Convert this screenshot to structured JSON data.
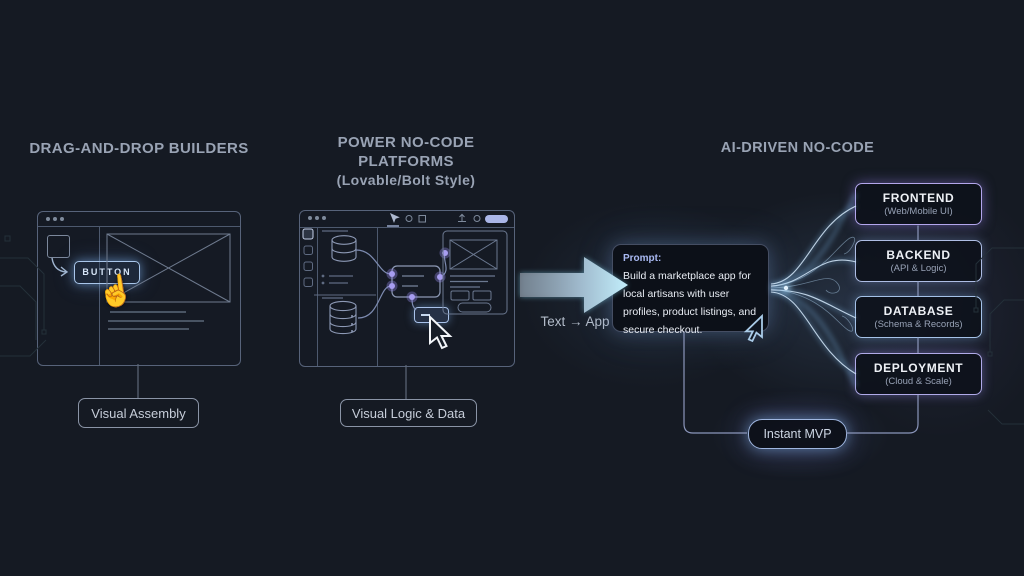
{
  "colors": {
    "background": "#151a23",
    "accent_blue": "#9fc6ea",
    "accent_purple": "#a79df0",
    "heading_text": "#99a3b4"
  },
  "headings": {
    "left": "DRAG-AND-DROP BUILDERS",
    "middle_line1": "POWER NO-CODE PLATFORMS",
    "middle_line2": "(Lovable/Bolt Style)",
    "right": "AI-DRIVEN NO-CODE"
  },
  "left_panel": {
    "button_label": "BUTTON",
    "caption": "Visual Assembly"
  },
  "middle_panel": {
    "caption": "Visual Logic & Data"
  },
  "arrow": {
    "label": "Text → App"
  },
  "prompt": {
    "title": "Prompt:",
    "body": "Build a marketplace app for local artisans with user profiles, product listings, and secure checkout."
  },
  "stack": [
    {
      "title": "FRONTEND",
      "subtitle": "(Web/Mobile UI)"
    },
    {
      "title": "BACKEND",
      "subtitle": "(API & Logic)"
    },
    {
      "title": "DATABASE",
      "subtitle": "(Schema & Records)"
    },
    {
      "title": "DEPLOYMENT",
      "subtitle": "(Cloud & Scale)"
    }
  ],
  "mvp": {
    "label": "Instant MVP"
  },
  "icons": {
    "hand_pointer": "hand-cursor-icon",
    "arrow_pointer": "arrow-cursor-icon",
    "databases": "database-icon",
    "toolbar": [
      "cursor-icon",
      "circle-icon",
      "square-icon",
      "share-icon",
      "gear-icon"
    ]
  }
}
